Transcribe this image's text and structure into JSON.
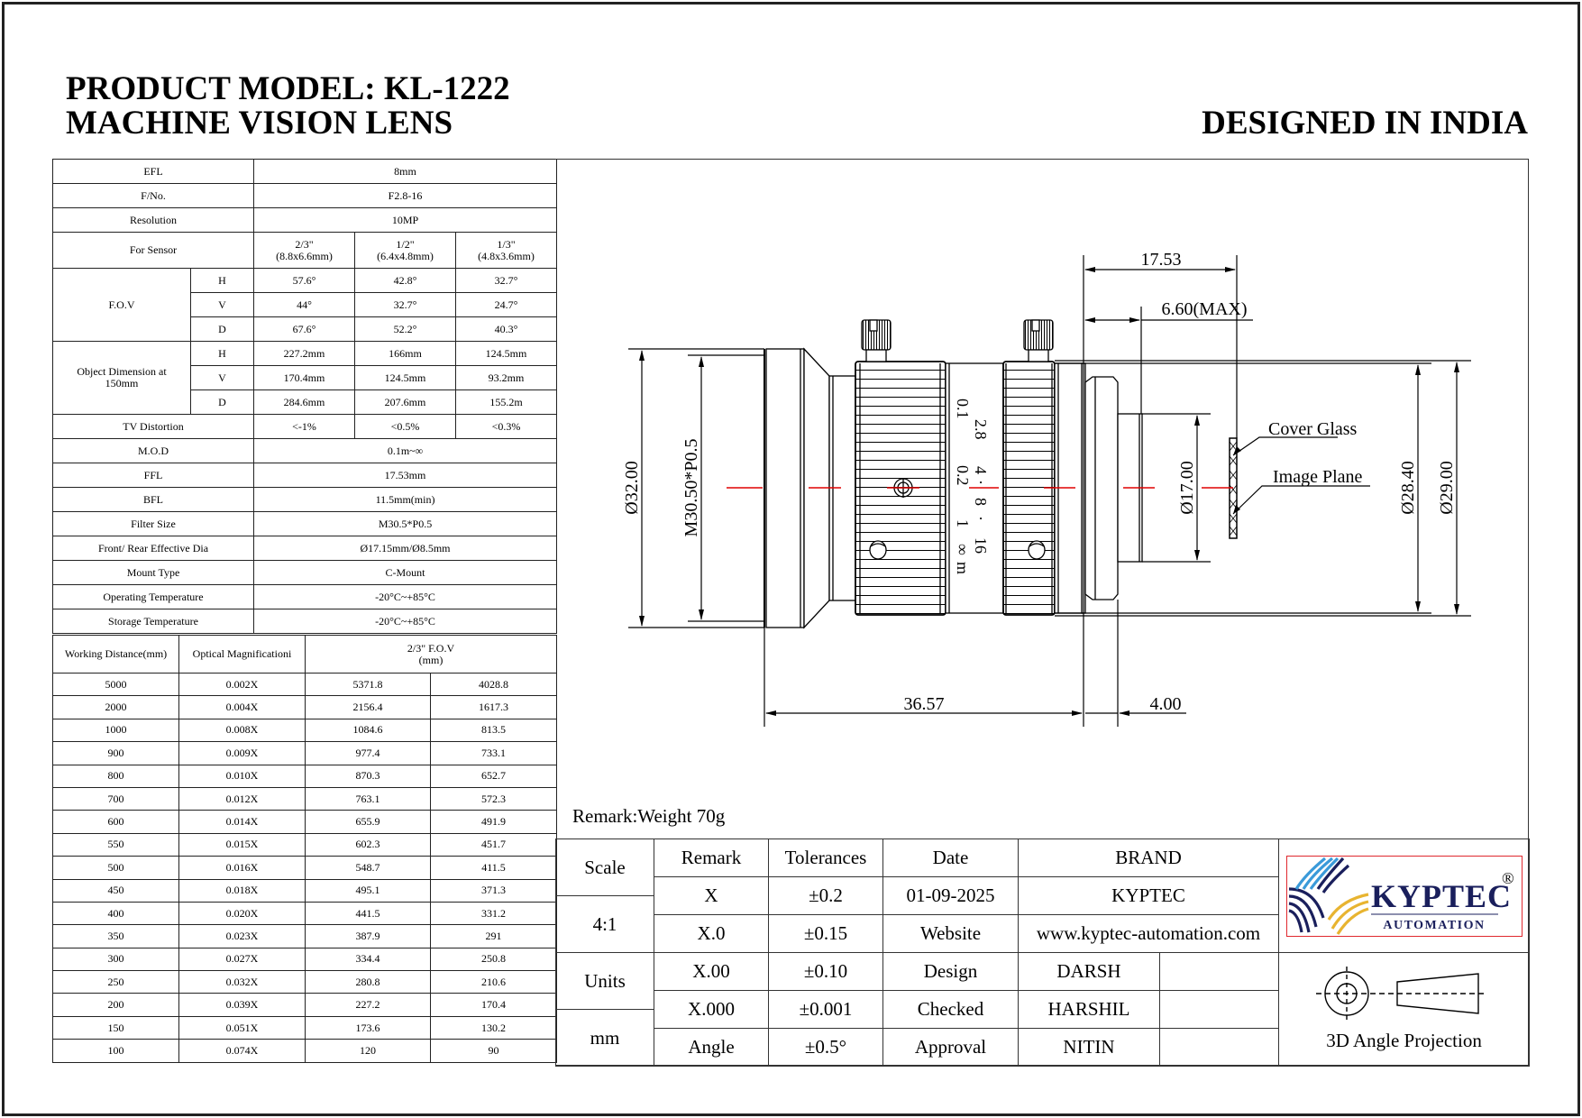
{
  "header": {
    "product_model": "PRODUCT MODEL: KL-1222",
    "product_type": "MACHINE VISION LENS",
    "origin": "DESIGNED IN INDIA"
  },
  "specs": {
    "efl": {
      "label": "EFL",
      "value": "8mm"
    },
    "fno": {
      "label": "F/No.",
      "value": "F2.8-16"
    },
    "resolution": {
      "label": "Resolution",
      "value": "10MP"
    },
    "sensor": {
      "label": "For Sensor",
      "cols": [
        {
          "size": "2/3\"",
          "dim": "(8.8x6.6mm)"
        },
        {
          "size": "1/2\"",
          "dim": "(6.4x4.8mm)"
        },
        {
          "size": "1/3\"",
          "dim": "(4.8x3.6mm)"
        }
      ]
    },
    "fov": {
      "label": "F.O.V",
      "rows": [
        {
          "axis": "H",
          "values": [
            "57.6°",
            "42.8°",
            "32.7°"
          ]
        },
        {
          "axis": "V",
          "values": [
            "44°",
            "32.7°",
            "24.7°"
          ]
        },
        {
          "axis": "D",
          "values": [
            "67.6°",
            "52.2°",
            "40.3°"
          ]
        }
      ]
    },
    "object_dim": {
      "label": "Object Dimension at 150mm",
      "rows": [
        {
          "axis": "H",
          "values": [
            "227.2mm",
            "166mm",
            "124.5mm"
          ]
        },
        {
          "axis": "V",
          "values": [
            "170.4mm",
            "124.5mm",
            "93.2mm"
          ]
        },
        {
          "axis": "D",
          "values": [
            "284.6mm",
            "207.6mm",
            "155.2m"
          ]
        }
      ]
    },
    "tv_distortion": {
      "label": "TV Distortion",
      "values": [
        "<-1%",
        "<0.5%",
        "<0.3%"
      ]
    },
    "single_rows": [
      {
        "label": "M.O.D",
        "value": "0.1m~∞"
      },
      {
        "label": "FFL",
        "value": "17.53mm"
      },
      {
        "label": "BFL",
        "value": "11.5mm(min)"
      },
      {
        "label": "Filter Size",
        "value": "M30.5*P0.5"
      },
      {
        "label": "Front/ Rear Effective Dia",
        "value": "Ø17.15mm/Ø8.5mm"
      },
      {
        "label": "Mount Type",
        "value": "C-Mount"
      },
      {
        "label": "Operating Temperature",
        "value": "-20°C~+85°C"
      },
      {
        "label": "Storage Temperature",
        "value": "-20°C~+85°C"
      }
    ]
  },
  "working_distance": {
    "headers": {
      "wd": "Working Distance(mm)",
      "mag": "Optical Magnificationi",
      "fov_line1": "2/3\" F.O.V",
      "fov_line2": "(mm)"
    },
    "rows": [
      {
        "wd": "5000",
        "mag": "0.002X",
        "h": "5371.8",
        "v": "4028.8"
      },
      {
        "wd": "2000",
        "mag": "0.004X",
        "h": "2156.4",
        "v": "1617.3"
      },
      {
        "wd": "1000",
        "mag": "0.008X",
        "h": "1084.6",
        "v": "813.5"
      },
      {
        "wd": "900",
        "mag": "0.009X",
        "h": "977.4",
        "v": "733.1"
      },
      {
        "wd": "800",
        "mag": "0.010X",
        "h": "870.3",
        "v": "652.7"
      },
      {
        "wd": "700",
        "mag": "0.012X",
        "h": "763.1",
        "v": "572.3"
      },
      {
        "wd": "600",
        "mag": "0.014X",
        "h": "655.9",
        "v": "491.9"
      },
      {
        "wd": "550",
        "mag": "0.015X",
        "h": "602.3",
        "v": "451.7"
      },
      {
        "wd": "500",
        "mag": "0.016X",
        "h": "548.7",
        "v": "411.5"
      },
      {
        "wd": "450",
        "mag": "0.018X",
        "h": "495.1",
        "v": "371.3"
      },
      {
        "wd": "400",
        "mag": "0.020X",
        "h": "441.5",
        "v": "331.2"
      },
      {
        "wd": "350",
        "mag": "0.023X",
        "h": "387.9",
        "v": "291"
      },
      {
        "wd": "300",
        "mag": "0.027X",
        "h": "334.4",
        "v": "250.8"
      },
      {
        "wd": "250",
        "mag": "0.032X",
        "h": "280.8",
        "v": "210.6"
      },
      {
        "wd": "200",
        "mag": "0.039X",
        "h": "227.2",
        "v": "170.4"
      },
      {
        "wd": "150",
        "mag": "0.051X",
        "h": "173.6",
        "v": "130.2"
      },
      {
        "wd": "100",
        "mag": "0.074X",
        "h": "120",
        "v": "90"
      }
    ]
  },
  "drawing": {
    "dims": {
      "ffl": "17.53",
      "max_protrusion": "6.60(MAX)",
      "front_dia": "Ø32.00",
      "filter_thread": "M30.50*P0.5",
      "rear_dia": "Ø17.00",
      "mount_dia1": "Ø28.40",
      "mount_dia2": "Ø29.00",
      "length": "36.57",
      "flange": "4.00"
    },
    "labels": {
      "cover_glass": "Cover Glass",
      "image_plane": "Image Plane"
    },
    "scale_marks": {
      "aperture": [
        "2.8",
        "4",
        "·",
        "8",
        "·",
        "16"
      ],
      "focus": [
        "0.1",
        "0.2",
        "1",
        "∞",
        "m"
      ]
    },
    "centerline_color": "#e00000"
  },
  "remark": "Remark:Weight 70g",
  "title_block": {
    "scale_label": "Scale",
    "scale_value": "4:1",
    "units_label": "Units",
    "units_value": "mm",
    "headers": {
      "remark": "Remark",
      "tolerances": "Tolerances",
      "date": "Date",
      "brand": "BRAND"
    },
    "tolerances": [
      {
        "remark": "X",
        "tol": "±0.2"
      },
      {
        "remark": "X.0",
        "tol": "±0.15"
      },
      {
        "remark": "X.00",
        "tol": "±0.10"
      },
      {
        "remark": "X.000",
        "tol": "±0.001"
      },
      {
        "remark": "Angle",
        "tol": "±0.5°"
      }
    ],
    "date_value": "01-09-2025",
    "brand_value": "KYPTEC",
    "website_label": "Website",
    "website_value": "www.kyptec-automation.com",
    "design_label": "Design",
    "design_value": "DARSH",
    "checked_label": "Checked",
    "checked_value": "HARSHIL",
    "approval_label": "Approval",
    "approval_value": "NITIN",
    "logo": {
      "name": "KYPTEC",
      "sub": "AUTOMATION",
      "registered": "®",
      "colors": {
        "navy": "#1a1f5c",
        "blue": "#3a9ad9",
        "gold": "#e8b430",
        "border": "#e0282e"
      }
    },
    "projection_label": "3D Angle Projection"
  }
}
